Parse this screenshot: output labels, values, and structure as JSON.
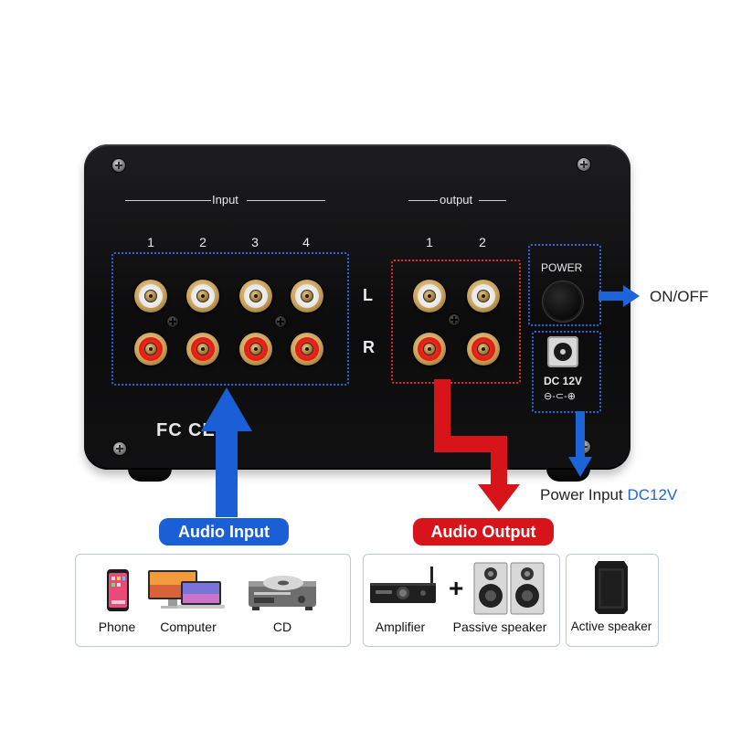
{
  "device": {
    "input_label": "Input",
    "output_label": "output",
    "input_numbers": [
      "1",
      "2",
      "3",
      "4"
    ],
    "output_numbers": [
      "1",
      "2"
    ],
    "channel_left": "L",
    "channel_right": "R",
    "power_label": "POWER",
    "dc_label": "DC 12V",
    "polarity_symbol": "⊖-⊂-⊕",
    "cert_fcc": "FC",
    "cert_ce": "CE"
  },
  "callouts": {
    "on_off": "ON/OFF",
    "power_input_prefix": "Power Input ",
    "power_input_value": "DC12V"
  },
  "sections": {
    "audio_input": "Audio Input",
    "audio_output": "Audio Output"
  },
  "sources": [
    {
      "label": "Phone",
      "icon": "phone-icon"
    },
    {
      "label": "Computer",
      "icon": "computer-icon"
    },
    {
      "label": "CD",
      "icon": "cd-player-icon"
    }
  ],
  "outputs": {
    "amplifier": "Amplifier",
    "plus": "+",
    "passive_speaker": "Passive speaker",
    "active_speaker": "Active speaker"
  },
  "colors": {
    "accent_blue": "#1a5fd6",
    "accent_red": "#d8141b",
    "chassis": "#111112"
  }
}
